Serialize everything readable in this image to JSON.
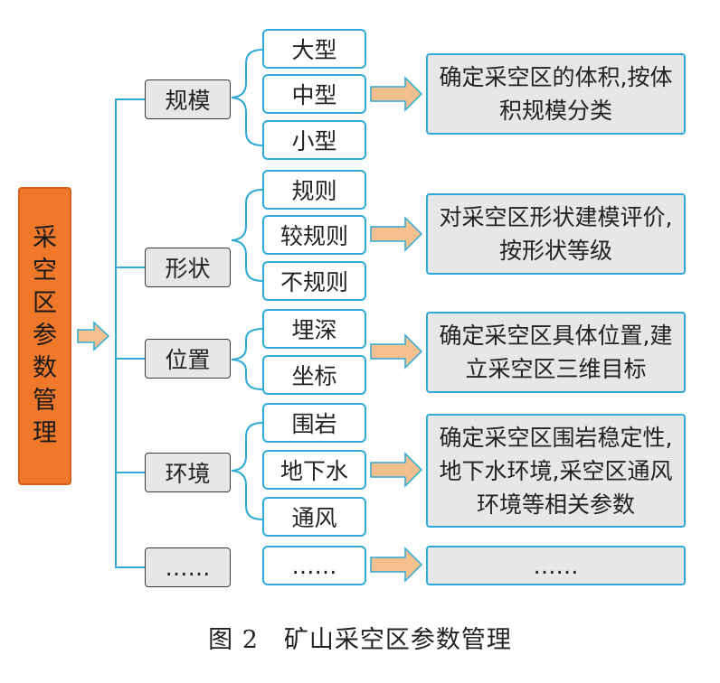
{
  "root": {
    "label": "采空区参数管理"
  },
  "rows": [
    {
      "category": "规模",
      "items": [
        "大型",
        "中型",
        "小型"
      ],
      "description": "确定采空区的体积,按体积规模分类"
    },
    {
      "category": "形状",
      "items": [
        "规则",
        "较规则",
        "不规则"
      ],
      "description": "对采空区形状建模评价,按形状等级"
    },
    {
      "category": "位置",
      "items": [
        "埋深",
        "坐标"
      ],
      "description": "确定采空区具体位置,建立采空区三维目标"
    },
    {
      "category": "环境",
      "items": [
        "围岩",
        "地下水",
        "通风"
      ],
      "description": "确定采空区围岩稳定性,地下水环境,采空区通风环境等相关参数"
    },
    {
      "category": "……",
      "items": [
        "……"
      ],
      "description": "……"
    }
  ],
  "caption": "图 2　矿山采空区参数管理",
  "colors": {
    "root_fill": "#f0782a",
    "connector_blue": "#2fa9d6",
    "arrow_fill": "#f6c08e",
    "box_gray": "#e6e7e8"
  }
}
